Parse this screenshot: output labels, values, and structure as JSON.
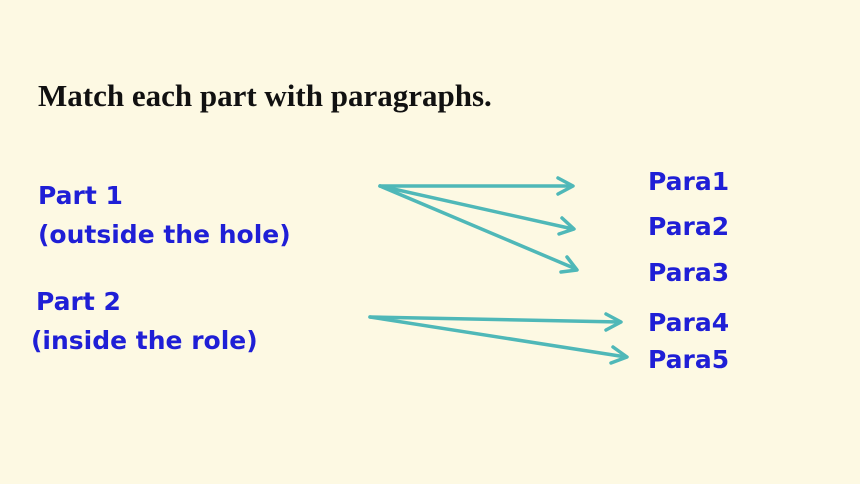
{
  "title": "Match each part with paragraphs.",
  "parts": [
    {
      "name": "Part 1",
      "desc": "(outside the hole)"
    },
    {
      "name": "Part 2",
      "desc": "(inside the role)"
    }
  ],
  "paragraphs": [
    "Para1",
    "Para2",
    "Para3",
    "Para4",
    "Para5"
  ],
  "matches": [
    {
      "part": "Part 1",
      "paragraphs": [
        "Para1",
        "Para2",
        "Para3"
      ]
    },
    {
      "part": "Part 2",
      "paragraphs": [
        "Para4",
        "Para5"
      ]
    }
  ],
  "colors": {
    "background": "#fdf9e3",
    "text": "#1f1fd6",
    "arrow": "#4fb8b8",
    "title": "#111111"
  }
}
